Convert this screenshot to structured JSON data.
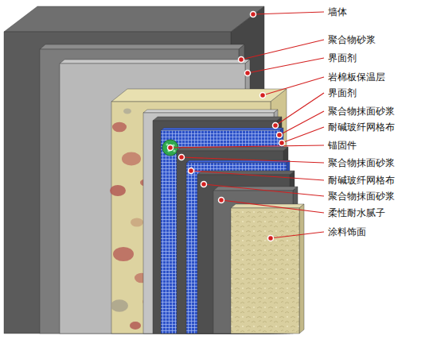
{
  "diagram": {
    "labels": [
      "墙体",
      "聚合物砂浆",
      "界面剂",
      "岩棉板保温层",
      "界面剂",
      "聚合物抹面砂浆",
      "耐碱玻纤网格布",
      "锚固件",
      "聚合物抹面砂浆",
      "耐碱玻纤网格布",
      "聚合物抹面砂浆",
      "柔性耐水腻子",
      "涂料饰面"
    ]
  }
}
